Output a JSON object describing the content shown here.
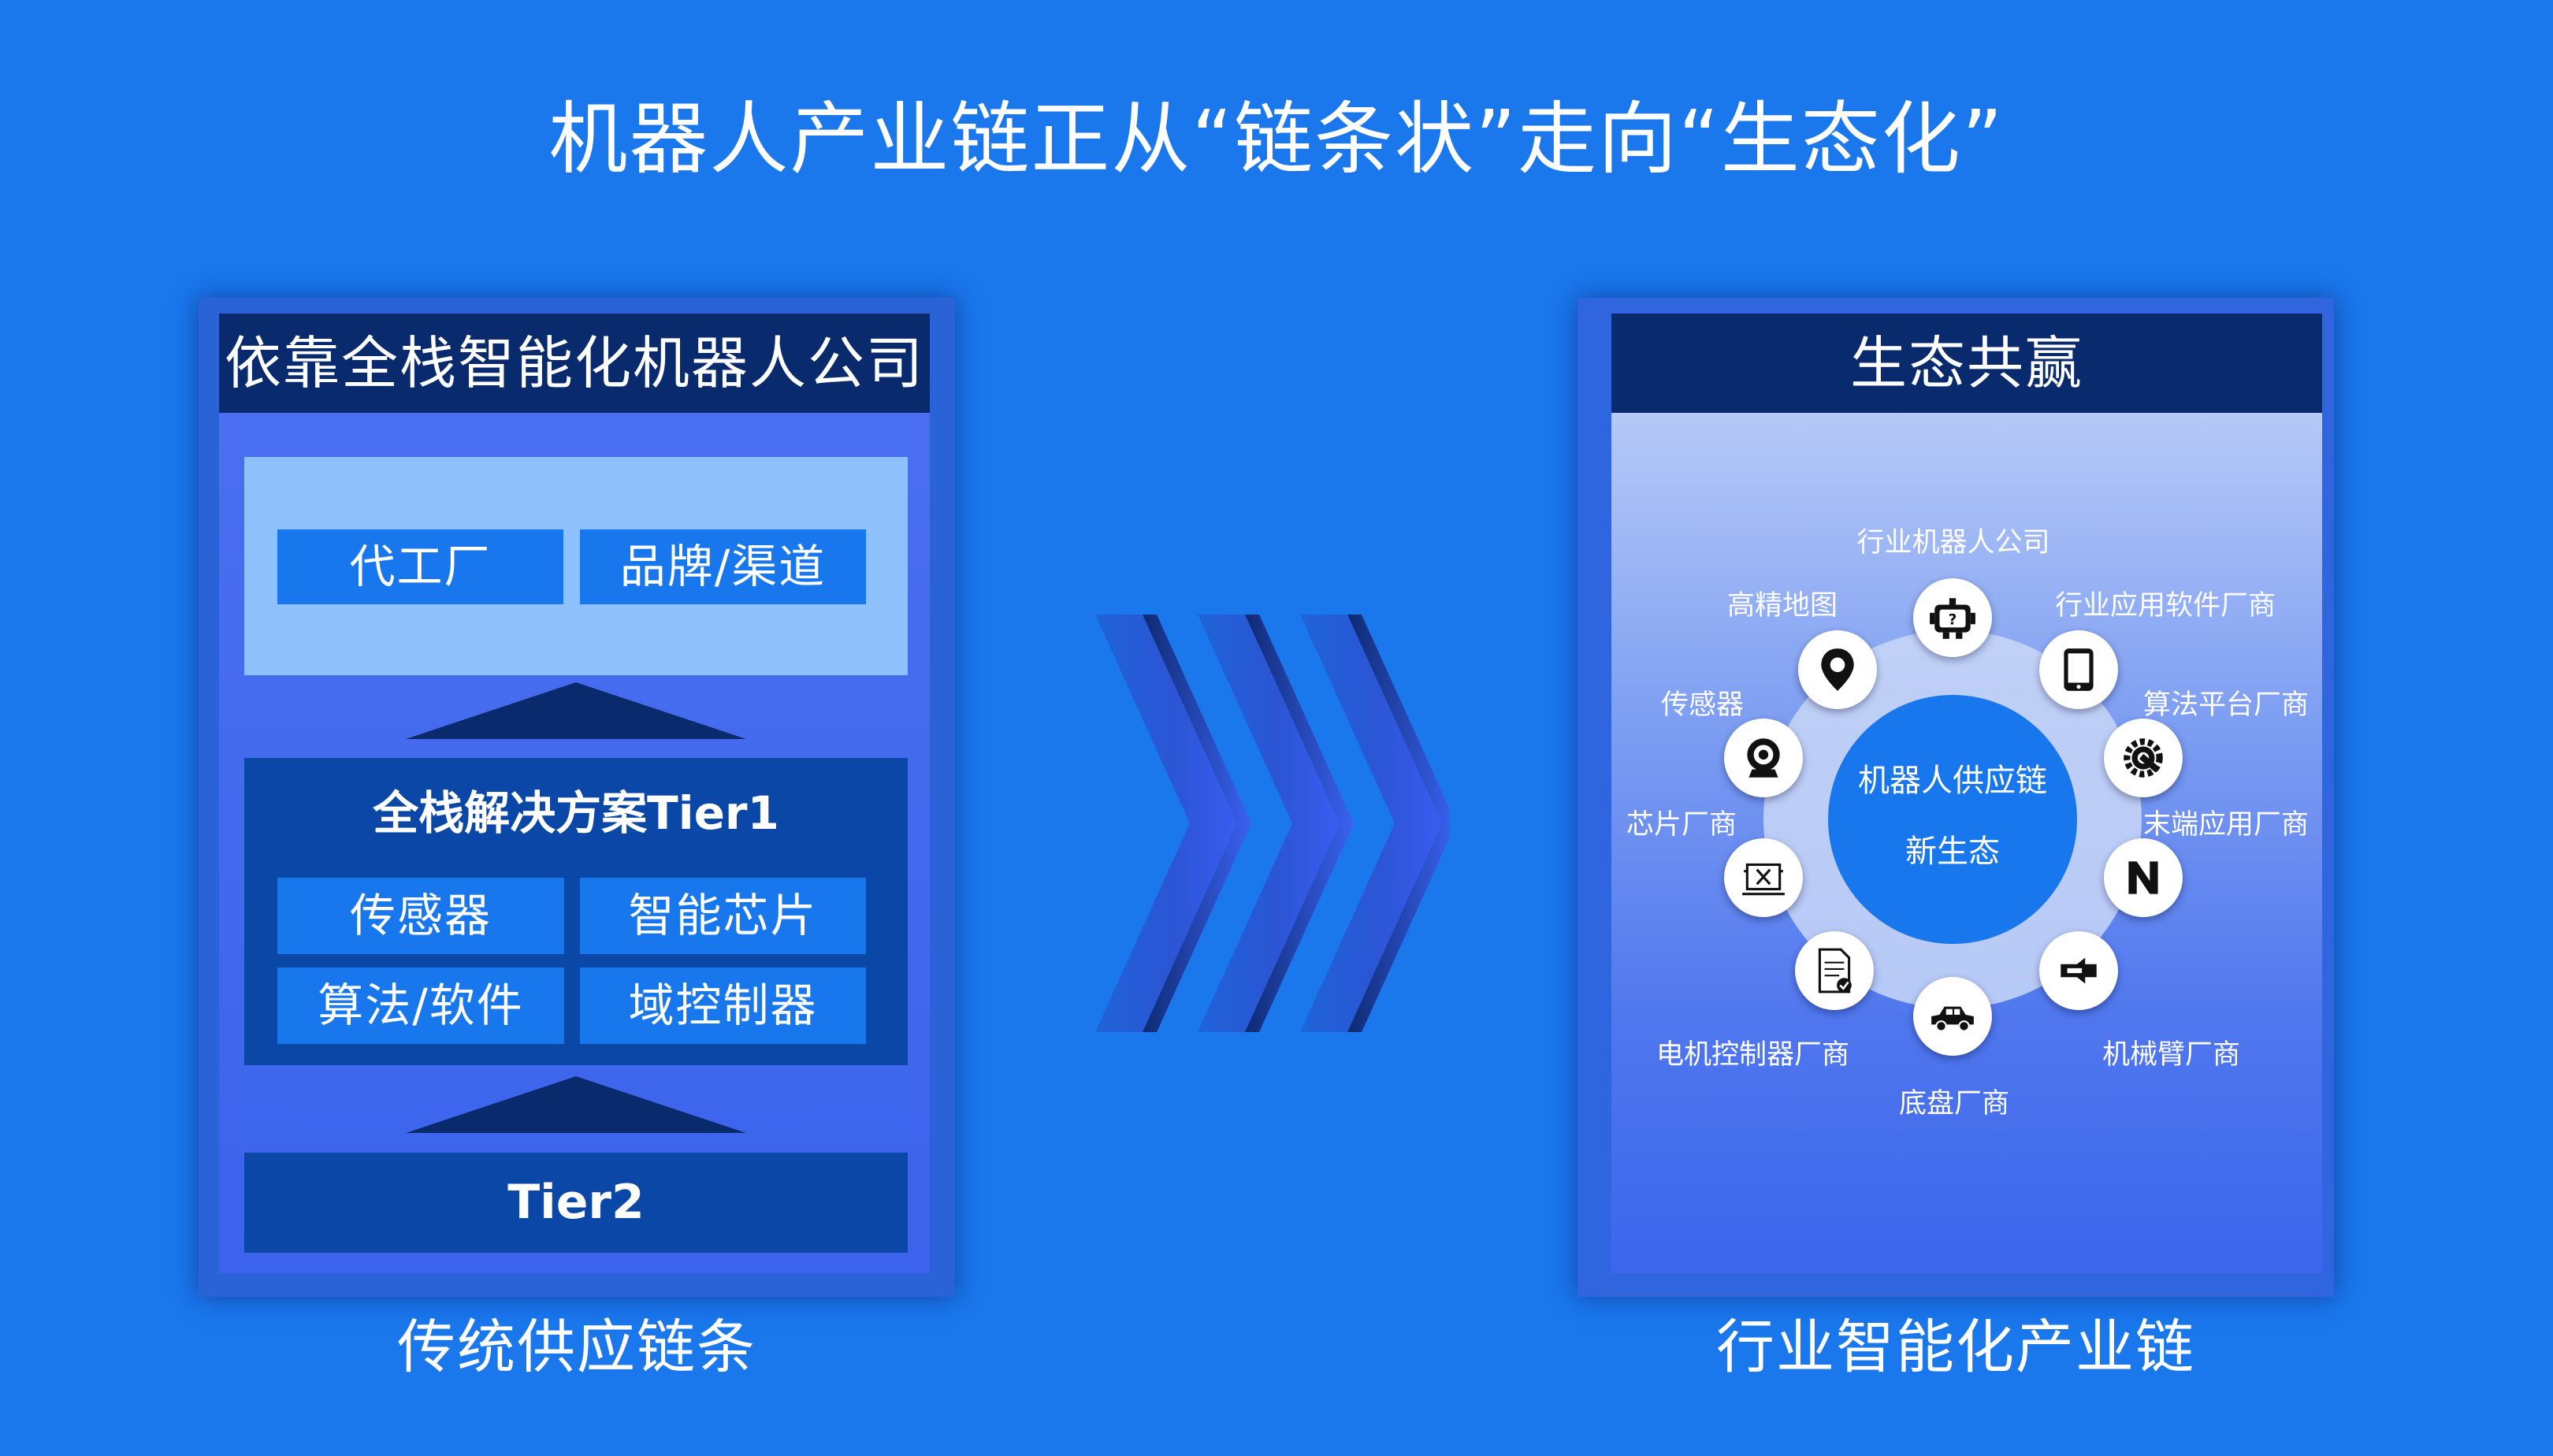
{
  "title": "机器人产业链正从“链条状”走向“生态化”",
  "left": {
    "header": "依靠全栈智能化机器人公司",
    "top_items": [
      "代工厂",
      "品牌/渠道"
    ],
    "tier1_title": "全栈解决方案Tier1",
    "tier1_items": [
      "传感器",
      "智能芯片",
      "算法/软件",
      "域控制器"
    ],
    "tier2": "Tier2",
    "caption": "传统供应链条"
  },
  "right": {
    "header": "生态共赢",
    "center_line1": "机器人供应链",
    "center_line2": "新生态",
    "nodes": [
      {
        "label": "行业机器人公司",
        "icon": "robot-icon"
      },
      {
        "label": "行业应用软件厂商",
        "icon": "tablet-icon"
      },
      {
        "label": "算法平台厂商",
        "icon": "gear-wrench-icon"
      },
      {
        "label": "末端应用厂商",
        "icon": "n-logo-icon"
      },
      {
        "label": "机械臂厂商",
        "icon": "robot-arm-icon"
      },
      {
        "label": "底盘厂商",
        "icon": "car-chassis-icon"
      },
      {
        "label": "电机控制器厂商",
        "icon": "document-check-icon"
      },
      {
        "label": "芯片厂商",
        "icon": "chip-icon"
      },
      {
        "label": "传感器",
        "icon": "camera-sensor-icon"
      },
      {
        "label": "高精地图",
        "icon": "map-pin-icon"
      }
    ],
    "caption": "行业智能化产业链"
  },
  "colors": {
    "background": "#1a77ec",
    "dark_navy": "#0a2a6e",
    "mid_blue": "#0b47a6",
    "chip_blue": "#1877ec",
    "light_blue": "#8ec0fb"
  }
}
